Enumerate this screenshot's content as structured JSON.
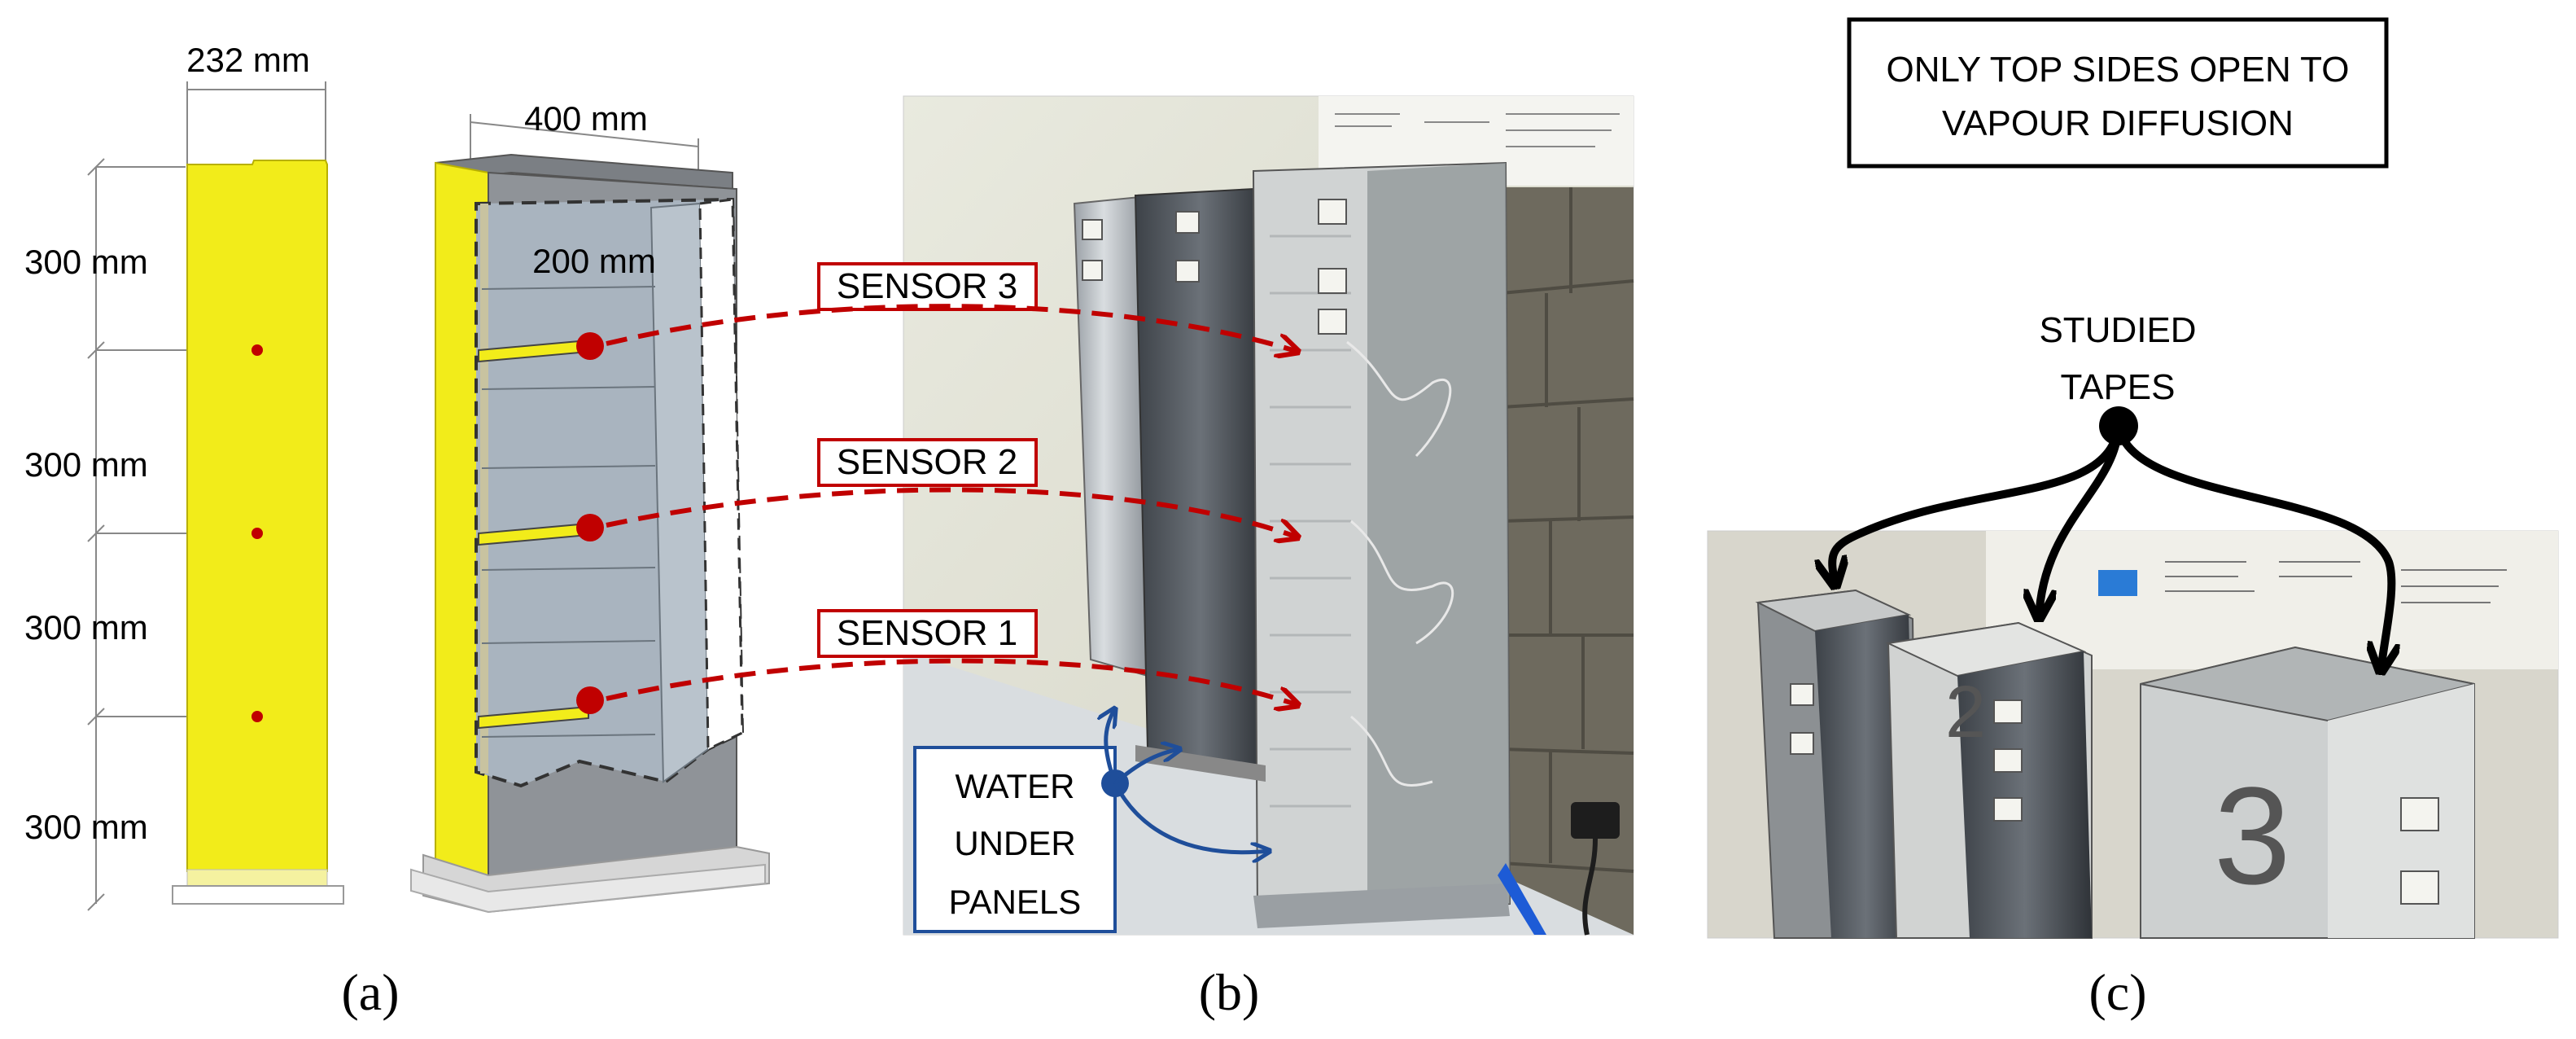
{
  "panel_a": {
    "width_label": "232 mm",
    "height_labels": [
      "300 mm",
      "300 mm",
      "300 mm",
      "300 mm"
    ],
    "caption": "(a)"
  },
  "panel_3d": {
    "width_label": "400 mm",
    "depth_label": "200 mm"
  },
  "sensors": [
    {
      "label": "SENSOR 3"
    },
    {
      "label": "SENSOR 2"
    },
    {
      "label": "SENSOR 1"
    }
  ],
  "panel_b": {
    "water_label_lines": [
      "WATER",
      "UNDER",
      "PANELS"
    ],
    "caption": "(b)"
  },
  "panel_c": {
    "top_note_lines": [
      "ONLY TOP SIDES OPEN TO",
      "VAPOUR DIFFUSION"
    ],
    "studied_lines": [
      "STUDIED",
      "TAPES"
    ],
    "panel_numbers": [
      "2",
      "3"
    ],
    "caption": "(c)"
  },
  "colors": {
    "insulation_yellow": "#f2ec1a",
    "sensor_red": "#c00000",
    "water_blue": "#1f4e9a",
    "panel_grey": "#a9b4bf"
  }
}
